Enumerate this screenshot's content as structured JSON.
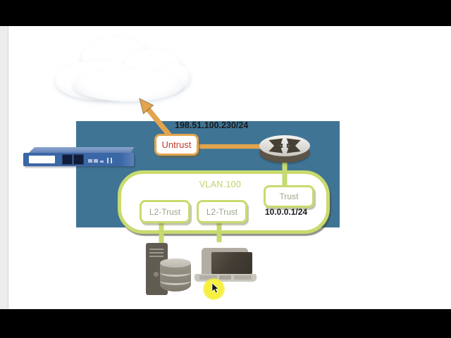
{
  "labels": {
    "wan_ip": "198.51.100.230/24",
    "untrust_zone": "Untrust",
    "vlan": "VLAN.100",
    "trust_zone": "Trust",
    "lan_ip": "10.0.0.1/24",
    "l2_trust_zone_left": "L2-Trust",
    "l2_trust_zone_right": "L2-Trust"
  },
  "colors": {
    "zone_blue": "#3F7495",
    "accent_orange": "#E2A44E",
    "accent_green": "#C5DA70",
    "green_border": "#C8DB6E",
    "untrust_text": "#C13A2C",
    "zone_label_text": "#9BA58B",
    "vlan_text": "#C3D26A",
    "ip_text": "#1A1A1A",
    "firewall_blue": "#3A67A5",
    "highlight_yellow": "#F5EF3D"
  },
  "icons": {
    "cloud": "internet-cloud",
    "router": "router-cylinder-with-crossed-arrows",
    "firewall": "rack-firewall-appliance",
    "server": "tower-server",
    "database": "database-cylinder-stack",
    "laptop": "laptop-computer",
    "cursor": "mouse-pointer-with-yellow-highlight",
    "uplink": "orange-arrow-to-cloud"
  }
}
